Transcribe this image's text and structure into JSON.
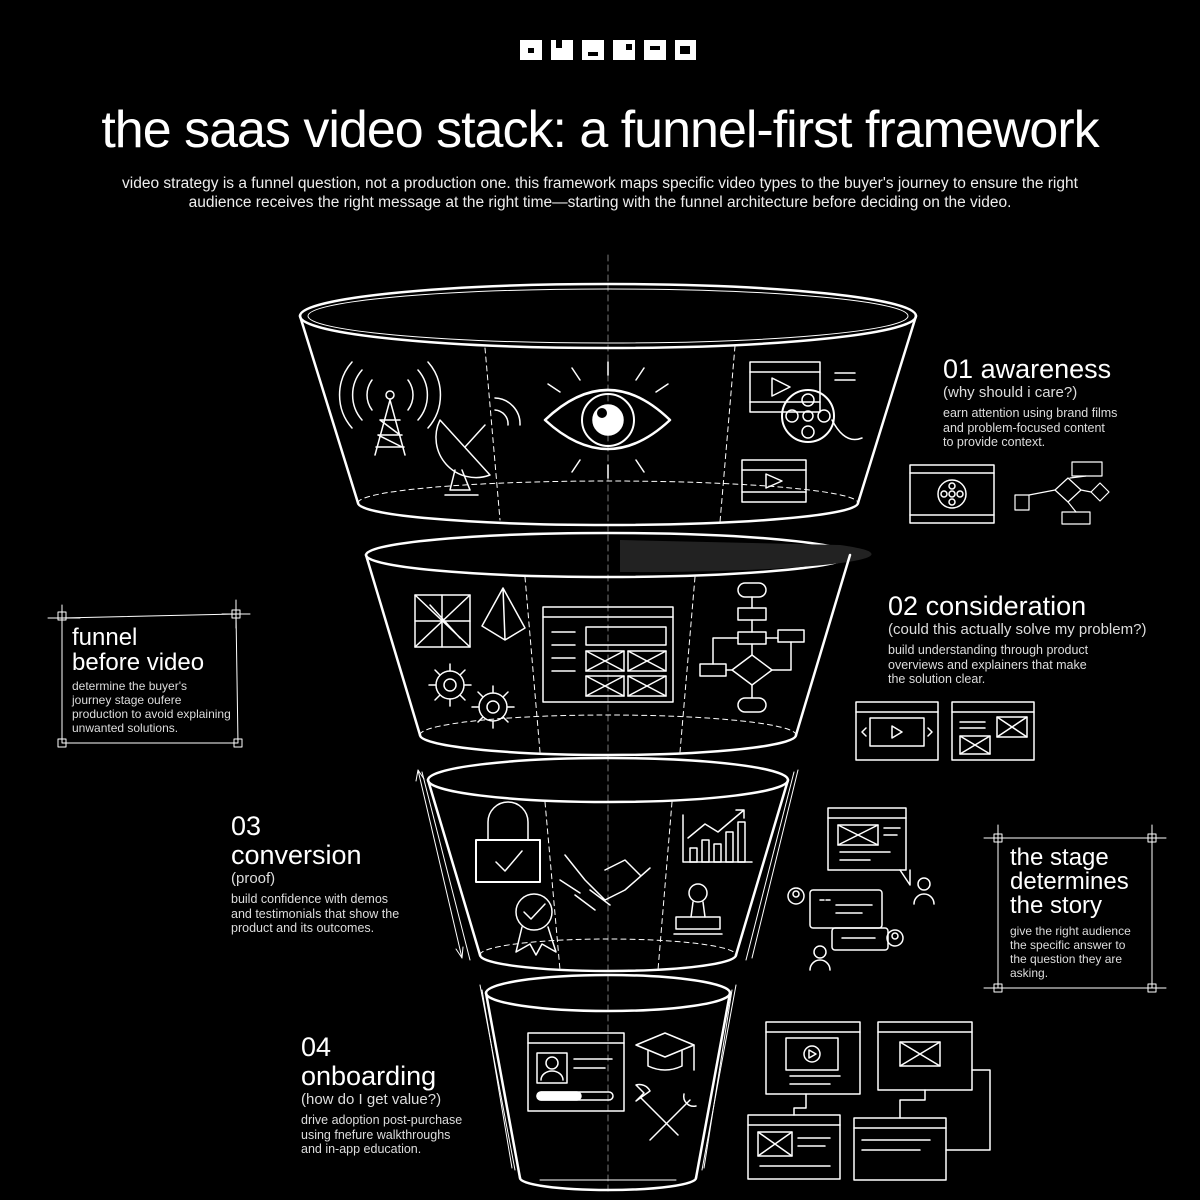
{
  "title": "the saas video stack: a funnel-first framework",
  "intro": "video strategy is a funnel question, not a production one. this framework maps specific video types to the buyer's journey to ensure the right audience receives the right message at the right time—starting with the funnel architecture before deciding on the video.",
  "stages": [
    {
      "number": "01",
      "name": "awareness",
      "question": "(why should i care?)",
      "description": "earn attention using brand films\nand problem-focused content\nto provide context."
    },
    {
      "number": "02",
      "name": "consideration",
      "question": "(could this actually solve my problem?)",
      "description": "build understanding through product\noverviews and explainers that make\nthe solution clear."
    },
    {
      "number": "03",
      "name": "conversion",
      "question": "(proof)",
      "description": "build confidence with demos\nand testimonials that show the\nproduct and its outcomes."
    },
    {
      "number": "04",
      "name": "onboarding",
      "question": "(how do I get value?)",
      "description": "drive adoption post-purchase\nusing fnefure walkthroughs\nand in-app education."
    }
  ],
  "callouts": {
    "funnel_first": {
      "title_line1": "funnel",
      "title_line2": "before video",
      "body": "determine the buyer's\njourney stage oufere\nproduction to avoid explaining\nunwanted solutions."
    },
    "stage_story": {
      "title_line1": "the stage",
      "title_line2": "determines",
      "title_line3": "the story",
      "body": "give the right audience\nthe specific answer to\nthe question they are\nasking."
    }
  },
  "icons": [
    "logo-mark",
    "radio-tower-icon",
    "satellite-dish-icon",
    "eye-icon",
    "film-reel-icon",
    "video-player-icon",
    "pyramid-icon",
    "gear-icon",
    "wireframe-icon",
    "flowchart-icon",
    "lock-check-icon",
    "handshake-icon",
    "award-badge-icon",
    "bar-chart-up-icon",
    "stamp-icon",
    "chat-bubble-icon",
    "user-icon",
    "graduation-cap-icon",
    "tools-icon",
    "profile-card-icon"
  ]
}
